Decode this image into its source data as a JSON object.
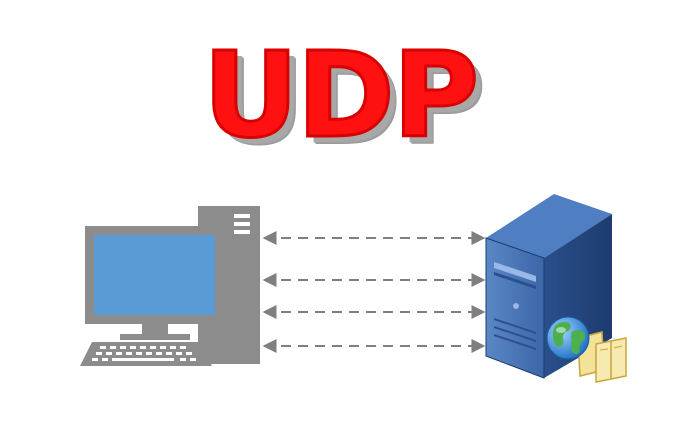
{
  "title": "UDP",
  "colors": {
    "title_red": "#ff1111",
    "monitor_screen": "#5b9bd5",
    "computer_gray": "#8c8c8c",
    "server_blue": "#2f5597",
    "arrow_gray": "#7f7f7f"
  },
  "icons": [
    "desktop-computer-icon",
    "server-icon",
    "globe-icon",
    "documents-icon"
  ],
  "arrows": [
    {
      "direction": "both"
    },
    {
      "direction": "both"
    },
    {
      "direction": "both"
    },
    {
      "direction": "both"
    }
  ]
}
